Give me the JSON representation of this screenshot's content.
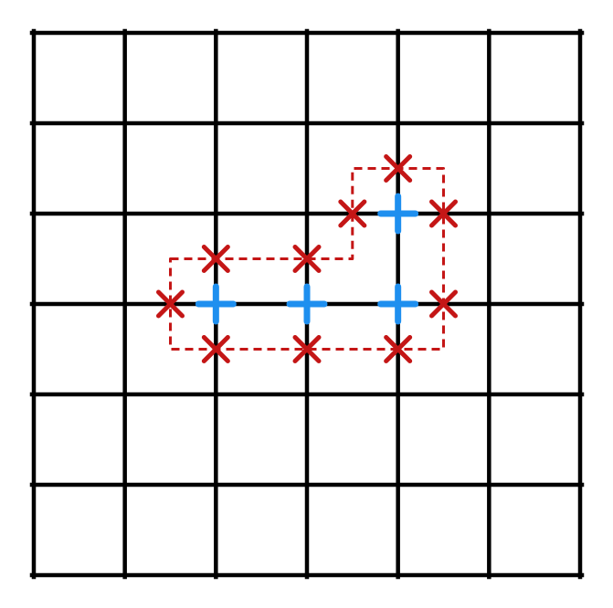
{
  "grid": {
    "rows": 6,
    "cols": 6,
    "line_color": "#000000"
  },
  "plus_points": [
    {
      "col": 2,
      "row": 3
    },
    {
      "col": 3,
      "row": 3
    },
    {
      "col": 4,
      "row": 2
    },
    {
      "col": 4,
      "row": 3
    }
  ],
  "cross_points": [
    {
      "col": 4,
      "row": 1.5
    },
    {
      "col": 3.5,
      "row": 2
    },
    {
      "col": 4.5,
      "row": 2
    },
    {
      "col": 2,
      "row": 2.5
    },
    {
      "col": 3,
      "row": 2.5
    },
    {
      "col": 1.5,
      "row": 3
    },
    {
      "col": 4.5,
      "row": 3
    },
    {
      "col": 2,
      "row": 3.5
    },
    {
      "col": 3,
      "row": 3.5
    },
    {
      "col": 4,
      "row": 3.5
    }
  ],
  "boundary_path": [
    [
      1.5,
      2.5
    ],
    [
      2.0,
      2.5
    ],
    [
      3.0,
      2.5
    ],
    [
      3.5,
      2.5
    ],
    [
      3.5,
      2.0
    ],
    [
      3.5,
      1.5
    ],
    [
      4.0,
      1.5
    ],
    [
      4.5,
      1.5
    ],
    [
      4.5,
      2.0
    ],
    [
      4.5,
      3.0
    ],
    [
      4.5,
      3.5
    ],
    [
      4.0,
      3.5
    ],
    [
      3.0,
      3.5
    ],
    [
      2.0,
      3.5
    ],
    [
      1.5,
      3.5
    ],
    [
      1.5,
      3.0
    ]
  ],
  "colors": {
    "plus": "#1e8fef",
    "cross": "#c41616",
    "boundary": "#c41616"
  }
}
